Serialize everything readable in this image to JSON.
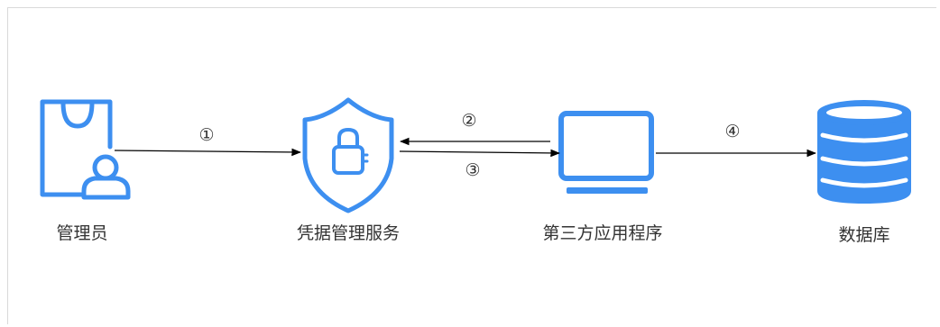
{
  "colors": {
    "icon_blue": "#3d8ff0",
    "arrow": "#000000",
    "text": "#333333",
    "border": "#d9d9d9"
  },
  "nodes": [
    {
      "label": "管理员",
      "icon": "admin-user-bag-icon"
    },
    {
      "label": "凭据管理服务",
      "icon": "shield-lock-icon"
    },
    {
      "label": "第三方应用程序",
      "icon": "laptop-icon"
    },
    {
      "label": "数据库",
      "icon": "database-icon"
    }
  ],
  "steps": [
    "①",
    "②",
    "③",
    "④"
  ]
}
